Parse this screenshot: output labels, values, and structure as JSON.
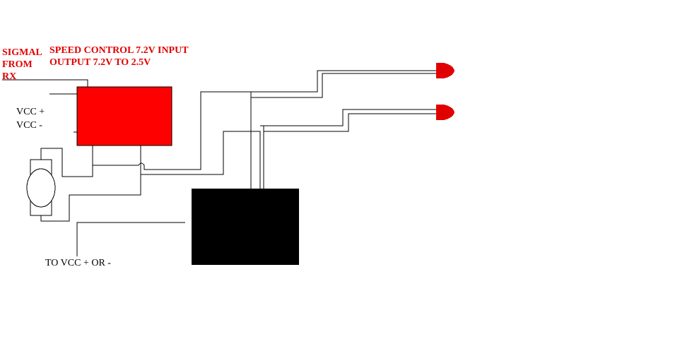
{
  "labels": {
    "signal_line1": "SIGMAL",
    "signal_line2": "FROM",
    "signal_line3": "RX",
    "speed_control_line1": "SPEED CONTROL 7.2V INPUT",
    "speed_control_line2": "OUTPUT 7.2V TO 2.5V",
    "vcc_plus": "VCC +",
    "vcc_minus": "VCC -",
    "to_vcc": "TO VCC + OR -"
  },
  "colors": {
    "speed_control_box": "#ff0000",
    "black_box": "#000000",
    "led": "#e00000",
    "wire": "#000000",
    "label_red": "#e00000"
  }
}
